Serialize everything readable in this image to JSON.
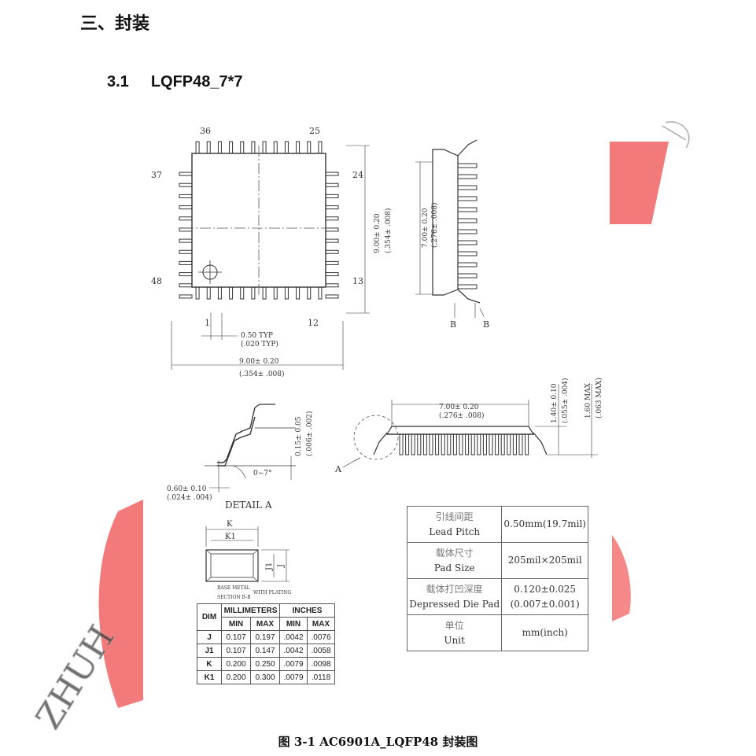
{
  "heading": "三、封装",
  "subheading": {
    "number": "3.1",
    "title": "LQFP48_7*7"
  },
  "top_view": {
    "pin_labels": {
      "p36": "36",
      "p25": "25",
      "p37": "37",
      "p24": "24",
      "p48": "48",
      "p13": "13",
      "p1": "1",
      "p12": "12"
    },
    "pitch_mm": "0.50 TYP",
    "pitch_in": "(.020 TYP)",
    "width_mm": "9.00± 0.20",
    "width_in": "(.354± .008)",
    "height_mm": "9.00± 0.20",
    "height_in": "(.354± .008)"
  },
  "side_view": {
    "body_mm": "7.00± 0.20",
    "body_in": "(.276± .008)",
    "section_left": "B",
    "section_right": "B"
  },
  "front_view": {
    "body_mm": "7.00± 0.20",
    "body_in": "(.276± .008)",
    "thick_mm": "1.40± 0.10",
    "thick_in": "(.055± .004)",
    "max_mm": "1.60 MAX",
    "max_in": "(.063 MAX)",
    "detail_marker": "A"
  },
  "detail_a": {
    "title": "DETAIL A",
    "standoff_mm": "0.15± 0.05",
    "standoff_in": "(.006± .002)",
    "angle": "0~7°",
    "foot_mm": "0.60± 0.10",
    "foot_in": "(.024± .004)"
  },
  "section_bb": {
    "k": "K",
    "k1": "K1",
    "j": "J",
    "j1": "J1",
    "base_metal": "BASE METAL",
    "with_plating": "WITH PLATING",
    "section": "SECTION B-B"
  },
  "dim_table": {
    "h_dim": "DIM",
    "h_mm": "MILLIMETERS",
    "h_in": "INCHES",
    "min": "MIN",
    "max": "MAX",
    "rows": [
      [
        "J",
        "0.107",
        "0.197",
        ".0042",
        ".0076"
      ],
      [
        "J1",
        "0.107",
        "0.147",
        ".0042",
        ".0058"
      ],
      [
        "K",
        "0.200",
        "0.250",
        ".0079",
        ".0098"
      ],
      [
        "K1",
        "0.200",
        "0.300",
        ".0079",
        ".0118"
      ]
    ]
  },
  "spec_table": [
    {
      "cn": "引线间距",
      "en": "Lead Pitch",
      "value1": "0.50mm(19.7mil)",
      "value2": ""
    },
    {
      "cn": "载体尺寸",
      "en": "Pad Size",
      "value1": "205mil×205mil",
      "value2": ""
    },
    {
      "cn": "载体打凹深度",
      "en": "Depressed Die Pad",
      "value1": "0.120±0.025",
      "value2": "(0.007±0.001)"
    },
    {
      "cn": "单位",
      "en": "Unit",
      "value1": "mm(inch)",
      "value2": ""
    }
  ],
  "caption": "图 3-1  AC6901A_LQFP48 封装图",
  "watermark_text": "ZHUH",
  "colors": {
    "watermark": "#f26b6b",
    "text": "#222222"
  }
}
